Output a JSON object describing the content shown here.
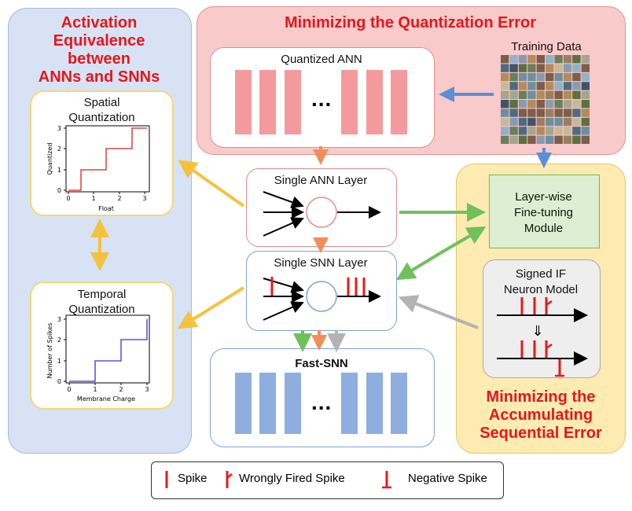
{
  "left_panel": {
    "title_lines": [
      "Activation",
      "Equivalence",
      "between",
      "ANNs and SNNs"
    ],
    "spatial": {
      "title_lines": [
        "Spatial",
        "Quantization"
      ],
      "xlabel": "Float",
      "ylabel": "Quantized",
      "xticks": [
        "0",
        "1",
        "2",
        "3"
      ],
      "yticks": [
        "0",
        "1",
        "2",
        "3"
      ]
    },
    "temporal": {
      "title_lines": [
        "Temporal",
        "Quantization"
      ],
      "xlabel": "Membrane Charge",
      "ylabel": "Number of Spikes",
      "xticks": [
        "0",
        "1",
        "2",
        "3"
      ],
      "yticks": [
        "0",
        "1",
        "2",
        "3"
      ]
    }
  },
  "top_panel": {
    "title": "Minimizing the Quantization Error",
    "quantized_ann_label": "Quantized ANN",
    "ellipsis": "...",
    "training_data_label": "Training  Data"
  },
  "center": {
    "single_ann_label": "Single ANN Layer",
    "single_snn_label": "Single SNN Layer",
    "fast_snn_label": "Fast-SNN",
    "ellipsis": "..."
  },
  "right_panel": {
    "module_lines": [
      "Layer-wise",
      "Fine-tuning",
      "Module"
    ],
    "neuron_lines": [
      "Signed IF",
      "Neuron  Model"
    ],
    "title_lines": [
      "Minimizing the",
      "Accumulating",
      "Sequential Error"
    ]
  },
  "legend": {
    "spike": "Spike",
    "wrong_spike": "Wrongly  Fired Spike",
    "negative_spike": "Negative  Spike"
  },
  "colors": {
    "red_title": "#e8151a",
    "ann_bar": "#f59a9c",
    "snn_bar": "#8eaee0",
    "spike_red": "#e41a1c",
    "arrow_yellow": "#f5c23e",
    "arrow_orange": "#f28d5a",
    "arrow_green": "#72c05b",
    "arrow_gray": "#b3b3b3",
    "arrow_blue": "#5b8fd6"
  }
}
